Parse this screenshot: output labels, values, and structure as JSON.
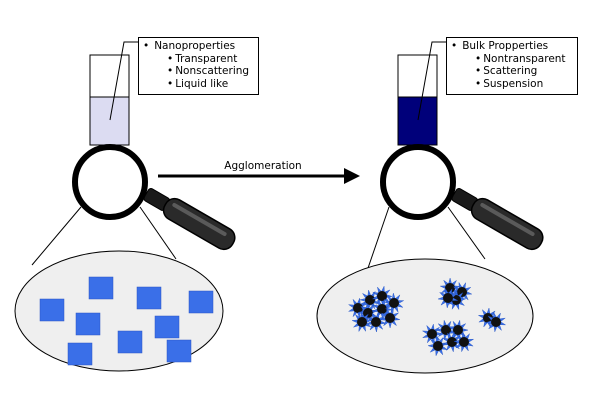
{
  "left_panel": {
    "callout_title": "Nanoproperties",
    "callout_items": [
      "Transparent",
      "Nonscattering",
      "Liquid like"
    ],
    "liquid_color": "#dcdcf2"
  },
  "right_panel": {
    "callout_title": "Bulk Propperties",
    "callout_items": [
      "Nontransparent",
      "Scattering",
      "Suspension"
    ],
    "liquid_color": "#00007a"
  },
  "process_label": "Agglomeration",
  "colors": {
    "particle_blue": "#3a6fe8",
    "agglomerate_spike": "#3a6fe8",
    "agglomerate_core": "#111111",
    "ellipse_fill": "#efefef",
    "outline": "#000000"
  },
  "icons": {
    "test_tube": "test-tube-icon",
    "magnifier": "magnifying-glass-icon",
    "arrow": "arrow-right-icon"
  }
}
